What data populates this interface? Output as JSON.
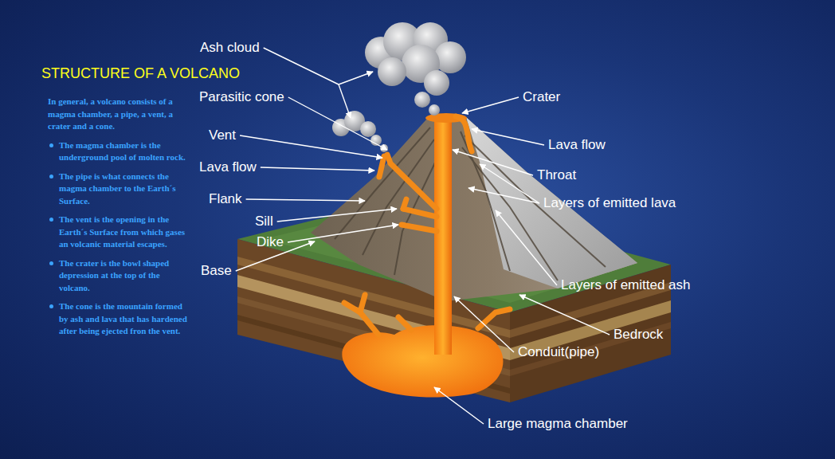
{
  "diagram": {
    "title": "STRUCTURE OF A VOLCANO",
    "labels": [
      "In general, a volcano consists of a magma chamber, a pipe, a vent, a crater and a cone.",
      "The magma chamber is the underground pool of molten rock.",
      "The pipe is what connects the magma chamber to the Earth´s Surface.",
      "The vent is the opening in the Earth´s Surface from which gases an volcanic material escapes.",
      "The crater is the bowl shaped depression at the top of the volcano.",
      "The cone is the mountain formed by ash and lava that has hardened after being ejected fron the vent.",
      "Ash cloud",
      "Parasitic cone",
      "Crater",
      "Vent",
      "Lava flow",
      "Lava flow",
      "Throat",
      "Flank",
      "Layers of emitted lava",
      "Base",
      "Sill",
      "Dike",
      "Layers of emitted ash",
      "Bedrock",
      "Conduit(pipe)",
      "Large magma chamber"
    ]
  }
}
